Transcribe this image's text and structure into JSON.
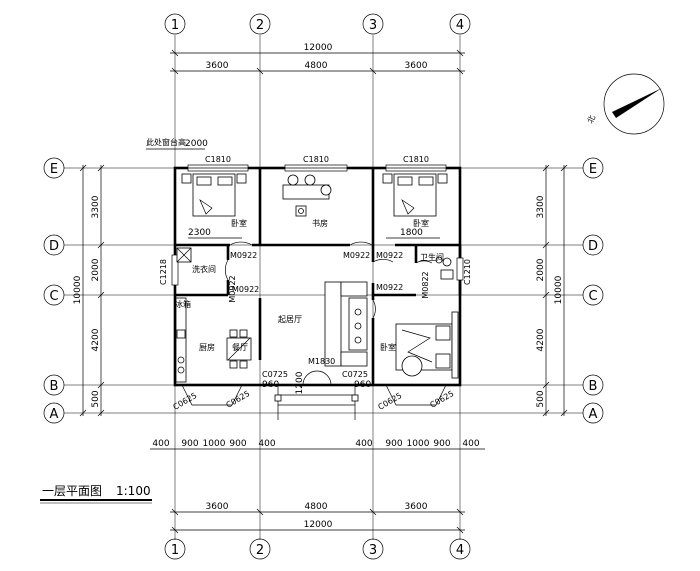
{
  "drawing": {
    "title": "一层平面图",
    "scale": "1:100",
    "note": "此处窗台高",
    "note_value": "2000",
    "north": "北"
  },
  "axes": {
    "columns": [
      "1",
      "2",
      "3",
      "4"
    ],
    "rows": [
      "E",
      "D",
      "C",
      "B",
      "A"
    ]
  },
  "dimensions": {
    "total_width": "12000",
    "spans": [
      "3600",
      "4800",
      "3600"
    ],
    "total_depth": "10000",
    "rows_left": [
      "3300",
      "2000",
      "4200",
      "500"
    ],
    "rows_right": [
      "3300",
      "2000",
      "4200",
      "500"
    ],
    "bottom_segments": [
      "400",
      "900",
      "1000",
      "900",
      "400"
    ],
    "inner": {
      "d2300": "2300",
      "d1800": "1800",
      "d960": "960",
      "d1200": "1200"
    }
  },
  "windows": {
    "w1": "C1810",
    "w2": "C1810",
    "w3": "C1810",
    "w_laundry": "C1218",
    "w_bath": "C1210",
    "w_front_l": "C0725",
    "w_front_r": "C0725",
    "bay_l1": "C0625",
    "bay_l2": "C0625",
    "bay_r1": "C0625",
    "bay_r2": "C0625"
  },
  "doors": {
    "d_bed_l": "M0922",
    "d_laundry": "M0922",
    "d_study": "M0922",
    "d_bed_r": "M0922",
    "d_bed_r2": "M0922",
    "d_bath": "M0822",
    "d_main": "M1830"
  },
  "rooms": {
    "bedroom_l": "卧室",
    "study": "书房",
    "bedroom_r": "卧室",
    "laundry": "洗衣间",
    "bath": "卫生间",
    "living": "起居厅",
    "kitchen": "厨房",
    "dining": "餐厅",
    "bedroom_main": "卧室",
    "fridge": "冰箱"
  }
}
